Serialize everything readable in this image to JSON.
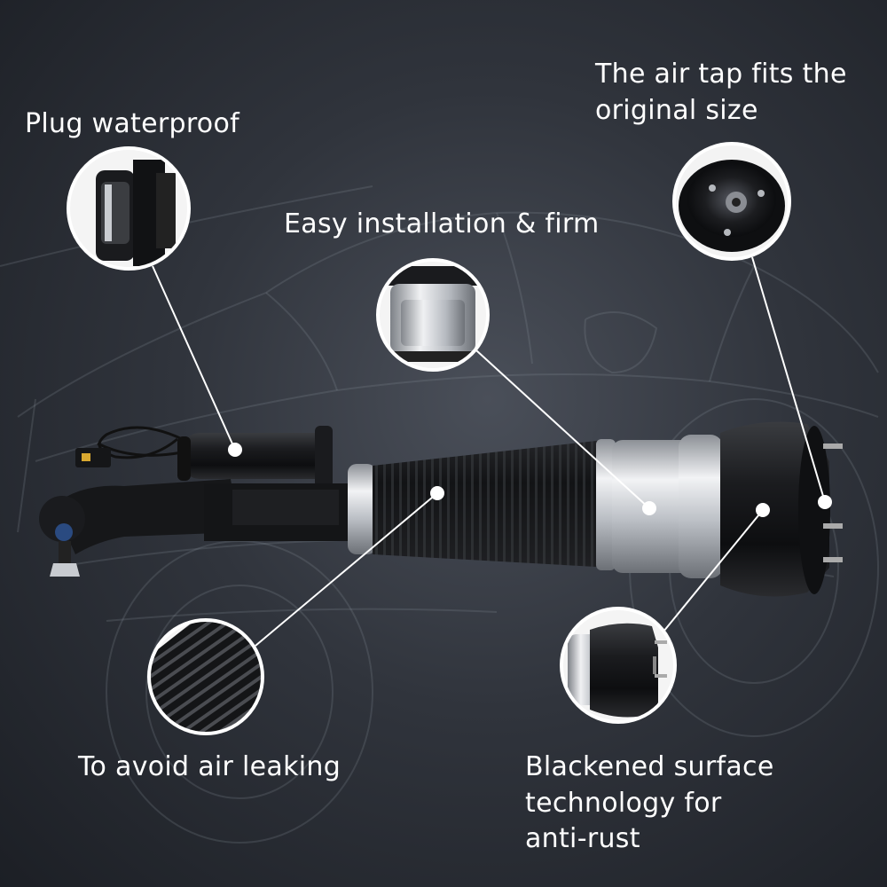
{
  "callouts": {
    "plug_waterproof": "Plug waterproof",
    "air_tap": "The air tap fits the\noriginal size",
    "easy_installation": "Easy installation & firm",
    "avoid_air_leaking": "To avoid air leaking",
    "blackened_surface": "Blackened surface\ntechnology for\nanti-rust"
  },
  "colors": {
    "background": "#2b2f36",
    "text": "#ffffff",
    "leader_line": "#ffffff",
    "rubber": "#1a1a1c",
    "metal": "#c9ccd1"
  },
  "icons": [
    "product-air-strut",
    "detail-plug",
    "detail-air-tap",
    "detail-sleeve",
    "detail-bellows",
    "detail-dome"
  ]
}
